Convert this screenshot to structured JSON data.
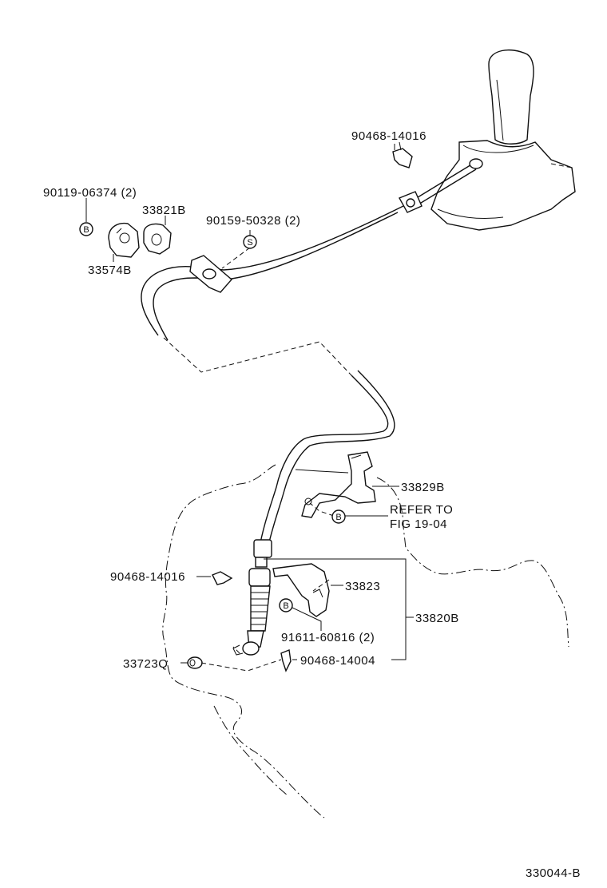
{
  "labels": {
    "p90468_14016_top": "90468-14016",
    "p90119_06374": "90119-06374 (2)",
    "p33821b": "33821B",
    "p90159_50328": "90159-50328 (2)",
    "p33574b": "33574B",
    "p33829b": "33829B",
    "refer_line1": "REFER TO",
    "refer_line2": "FIG 19-04",
    "p90468_14016_mid": "90468-14016",
    "p33823": "33823",
    "p33820b": "33820B",
    "p91611_60816": "91611-60816 (2)",
    "p33723q": "33723Q",
    "p90468_14004": "90468-14004",
    "figure_code": "330044-B"
  },
  "callout_letters": {
    "b_top": "B",
    "s_mid": "S",
    "b_refer": "B",
    "b_lower": "B"
  }
}
